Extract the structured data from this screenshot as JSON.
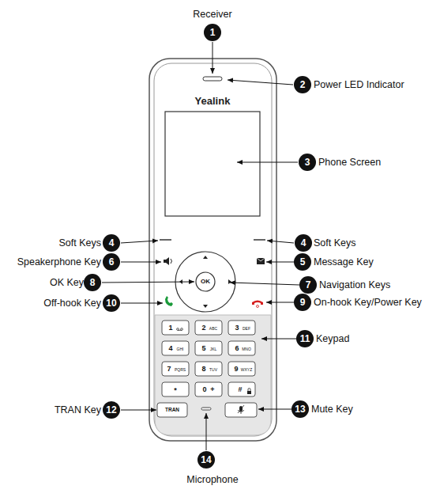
{
  "diagram": {
    "labels": [
      "Receiver",
      "1",
      "2",
      "Power LED Indicator",
      "Yealink",
      "3",
      "Phone Screen",
      "Soft Keys",
      "4",
      "4",
      "Soft Keys",
      "Speakerphone Key",
      "6",
      "5",
      "Message Key",
      "OK Key",
      "8",
      "OK",
      "7",
      "Navigation Keys",
      "Off-hook Key",
      "10",
      "9",
      "On-hook Key/Power Key",
      "1",
      "2",
      "ABC",
      "3",
      "DEF",
      "11",
      "Keypad",
      "4",
      "GHI",
      "5",
      "JKL",
      "6",
      "MNO",
      "7",
      "PQRS",
      "8",
      "TUV",
      "9",
      "WXYZ",
      "*",
      "0",
      "+",
      "#",
      "TRAN Key",
      "12",
      "TRAN",
      "13",
      "Mute Key",
      "14",
      "Microphone"
    ]
  }
}
